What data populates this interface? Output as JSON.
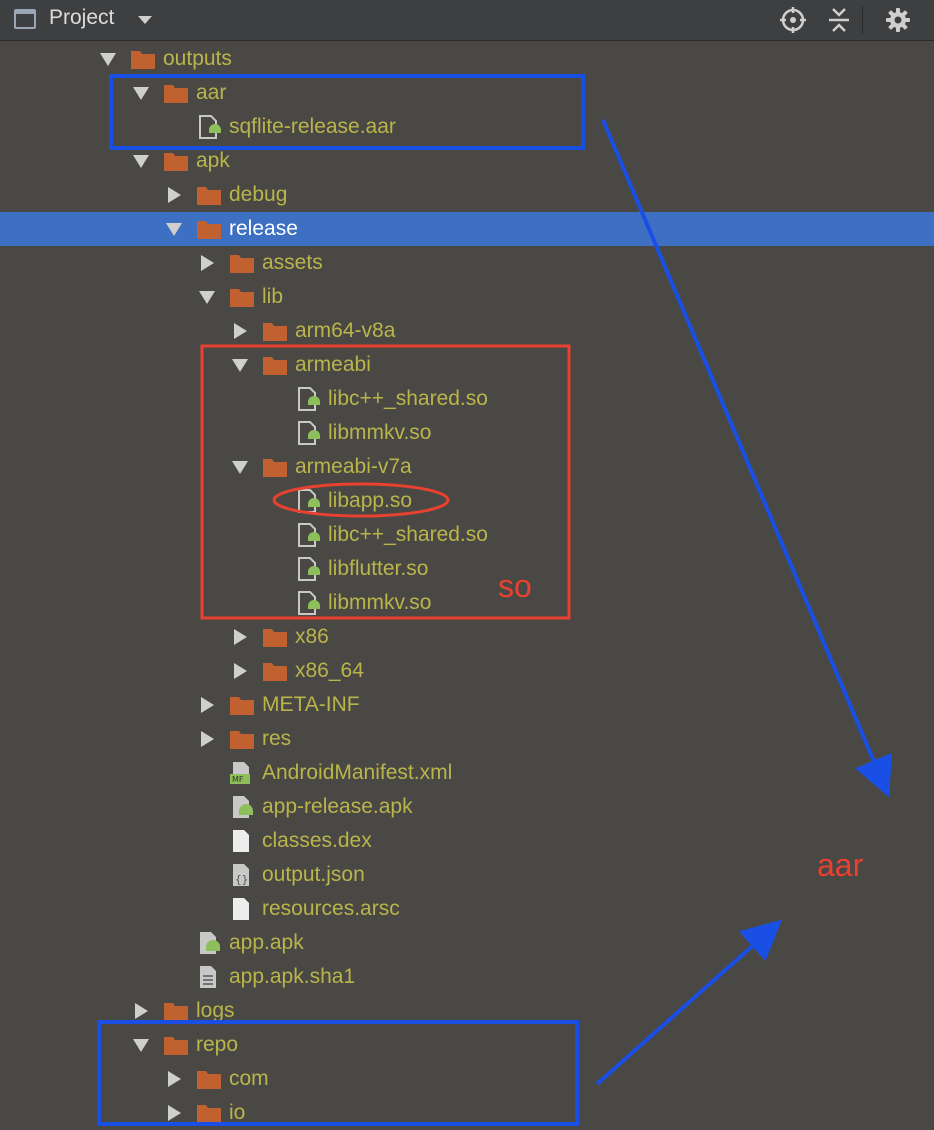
{
  "toolbar": {
    "title": "Project",
    "icons": [
      "window-icon",
      "crosshair-icon",
      "collapse-icon",
      "gear-icon"
    ]
  },
  "tree": [
    {
      "label": "outputs",
      "type": "folder",
      "depth": 0,
      "state": "open"
    },
    {
      "label": "aar",
      "type": "folder",
      "depth": 1,
      "state": "open"
    },
    {
      "label": "sqflite-release.aar",
      "type": "android-file",
      "depth": 2
    },
    {
      "label": "apk",
      "type": "folder",
      "depth": 1,
      "state": "open"
    },
    {
      "label": "debug",
      "type": "folder",
      "depth": 2,
      "state": "closed"
    },
    {
      "label": "release",
      "type": "folder",
      "depth": 2,
      "state": "open",
      "selected": true
    },
    {
      "label": "assets",
      "type": "folder",
      "depth": 3,
      "state": "closed"
    },
    {
      "label": "lib",
      "type": "folder",
      "depth": 3,
      "state": "open"
    },
    {
      "label": "arm64-v8a",
      "type": "folder",
      "depth": 4,
      "state": "closed"
    },
    {
      "label": "armeabi",
      "type": "folder",
      "depth": 4,
      "state": "open"
    },
    {
      "label": "libc++_shared.so",
      "type": "android-file",
      "depth": 5
    },
    {
      "label": "libmmkv.so",
      "type": "android-file",
      "depth": 5
    },
    {
      "label": "armeabi-v7a",
      "type": "folder",
      "depth": 4,
      "state": "open"
    },
    {
      "label": "libapp.so",
      "type": "android-file",
      "depth": 5
    },
    {
      "label": "libc++_shared.so",
      "type": "android-file",
      "depth": 5
    },
    {
      "label": "libflutter.so",
      "type": "android-file",
      "depth": 5
    },
    {
      "label": "libmmkv.so",
      "type": "android-file",
      "depth": 5
    },
    {
      "label": "x86",
      "type": "folder",
      "depth": 4,
      "state": "closed"
    },
    {
      "label": "x86_64",
      "type": "folder",
      "depth": 4,
      "state": "closed"
    },
    {
      "label": "META-INF",
      "type": "folder",
      "depth": 3,
      "state": "closed"
    },
    {
      "label": "res",
      "type": "folder",
      "depth": 3,
      "state": "closed"
    },
    {
      "label": "AndroidManifest.xml",
      "type": "manifest-file",
      "depth": 3
    },
    {
      "label": "app-release.apk",
      "type": "apk-file",
      "depth": 3
    },
    {
      "label": "classes.dex",
      "type": "plain-file",
      "depth": 3
    },
    {
      "label": "output.json",
      "type": "json-file",
      "depth": 3
    },
    {
      "label": "resources.arsc",
      "type": "plain-file",
      "depth": 3
    },
    {
      "label": "app.apk",
      "type": "apk-file",
      "depth": 2
    },
    {
      "label": "app.apk.sha1",
      "type": "text-file",
      "depth": 2
    },
    {
      "label": "logs",
      "type": "folder",
      "depth": 1,
      "state": "closed"
    },
    {
      "label": "repo",
      "type": "folder",
      "depth": 1,
      "state": "open"
    },
    {
      "label": "com",
      "type": "folder",
      "depth": 2,
      "state": "closed"
    },
    {
      "label": "io",
      "type": "folder",
      "depth": 2,
      "state": "closed"
    }
  ],
  "annotations": {
    "so_label": "so",
    "aar_label": "aar"
  },
  "colors": {
    "background": "#4a4845",
    "selection": "#3d6fc2",
    "folder": "#c0612f",
    "label": "#b9b54b",
    "blue_annotation": "#1a4fe6",
    "red_annotation": "#e8412f"
  }
}
